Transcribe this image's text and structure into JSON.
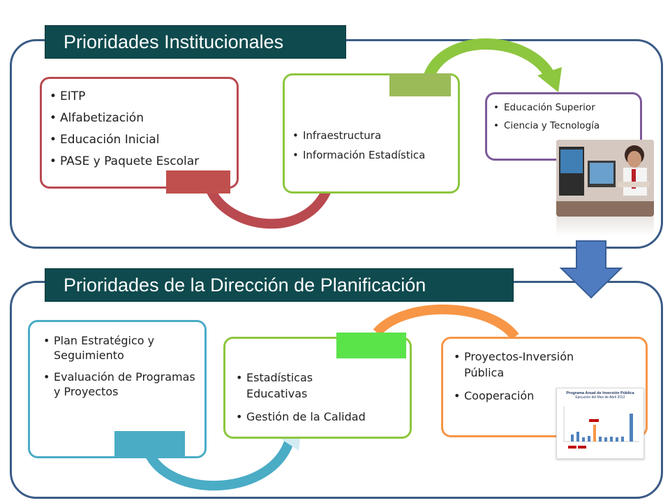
{
  "top_section": {
    "title": "Prioridades  Institucionales",
    "cards": [
      {
        "items": [
          "EITP",
          "Alfabetización",
          "Educación Inicial",
          "PASE y Paquete  Escolar"
        ]
      },
      {
        "items": [
          "Infraestructura",
          "Información Estadística"
        ]
      },
      {
        "items": [
          "Educación Superior",
          "Ciencia y Tecnología"
        ]
      }
    ]
  },
  "bottom_section": {
    "title": "Prioridades   de la Dirección de Planificación",
    "cards": [
      {
        "items": [
          "Plan Estratégico y Seguimiento",
          "Evaluación de Programas y Proyectos"
        ]
      },
      {
        "items": [
          "Estadísticas Educativas",
          "Gestión de la   Calidad"
        ]
      },
      {
        "items": [
          "Proyectos-Inversión Pública",
          "Cooperación"
        ]
      }
    ]
  },
  "report_thumbnail": {
    "title": "Programa Anual de Inversión Pública",
    "subtitle": "Ejecución  del Mes de Abril 2012"
  },
  "icons": {
    "down_arrow": "down-arrow-icon",
    "bullet": "bullet-icon"
  },
  "colors": {
    "panel_border": "#3b5b86",
    "banner_bg": "#0f4a4e",
    "card_red": "#b94a50",
    "card_green": "#8dc63f",
    "card_purple": "#7d5a9a",
    "card_teal": "#4bacc6",
    "card_orange": "#f79646",
    "tab_bright_green": "#5be34a",
    "down_arrow": "#4f7cc0"
  }
}
